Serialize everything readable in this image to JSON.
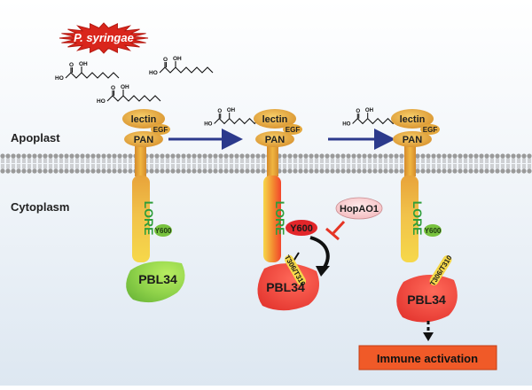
{
  "pathogen": {
    "label": "P. syringae",
    "star_fill": "#d9261c",
    "star_stroke": "#b51a12"
  },
  "regions": {
    "apoplast": "Apoplast",
    "cytoplasm": "Cytoplasm"
  },
  "fatty_acid": {
    "oh": "OH",
    "acid": "HO",
    "o": "O"
  },
  "receptor": {
    "name": "LORE",
    "lectin": "lectin",
    "egf": "EGF",
    "pan": "PAN",
    "phosphosite_tyr": "Y600",
    "phosphosite_thr": "T306/T310"
  },
  "kinase": {
    "name": "PBL34"
  },
  "effector": {
    "name": "HopAO1"
  },
  "output": {
    "label": "Immune activation",
    "fill": "#f05a28"
  },
  "colors": {
    "receptor_orange": "#e8a33a",
    "receptor_yellow": "#f6d84a",
    "receptor_active": "#f3452b",
    "pbl_inactive": "#8fd24a",
    "pbl_active": "#ef3b33",
    "membrane_head": "#9a9a9a",
    "arrow_blue": "#2c3a8c",
    "inhibit": "#e53424",
    "lore_text": "#2f9e3a"
  }
}
